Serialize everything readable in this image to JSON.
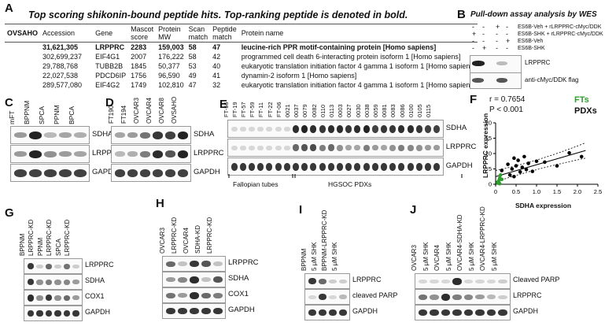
{
  "panels": {
    "a": "A",
    "b": "B",
    "c": "C",
    "d": "D",
    "e": "E",
    "f": "F",
    "g": "G",
    "h": "H",
    "i": "I",
    "j": "J"
  },
  "table": {
    "title": "Top scoring shikonin-bound peptide hits. Top-ranking peptide is denoted in bold.",
    "headers": [
      "OVSAHO",
      "Accession",
      "Gene",
      "Mascot score",
      "Protein MW",
      "Scan match",
      "Peptide match",
      "Protein name"
    ],
    "rows": [
      [
        "31,621,305",
        "LRPPRC",
        "2283",
        "159,003",
        "58",
        "47",
        "leucine-rich PPR motif-containing protein [Homo sapiens]"
      ],
      [
        "302,699,237",
        "EIF4G1",
        "2007",
        "176,222",
        "58",
        "42",
        "programmed cell death 6-interacting protein isoform 1 [Homo sapiens]"
      ],
      [
        "29,788,768",
        "TUBB2B",
        "1845",
        "50,377",
        "53",
        "40",
        "eukaryotic translation initiation factor 4 gamma 1 isoform 1 [Homo sapiens]"
      ],
      [
        "22,027,538",
        "PDCD6IP",
        "1756",
        "96,590",
        "49",
        "41",
        "dynamin-2 isoform 1 [Homo sapiens]"
      ],
      [
        "289,577,080",
        "EIF4G2",
        "1749",
        "102,810",
        "47",
        "32",
        "eukaryotic translation initiation factor 4 gamma 1 isoform 1 [Homo sapiens]"
      ]
    ]
  },
  "b": {
    "title": "Pull-down assay analysis by WES",
    "conds": [
      "ES6B-Veh + rLRPPRC-cMyc/DDK",
      "ES6B-SHK + rLRPPRC-cMyc/DDK",
      "ES6B-Veh",
      "ES6B-SHK"
    ],
    "signs": [
      [
        "-",
        "-",
        "+",
        "-"
      ],
      [
        "+",
        "-",
        "-",
        "-"
      ],
      [
        "-",
        "-",
        "-",
        "+"
      ],
      [
        "-",
        "+",
        "-",
        "-"
      ]
    ],
    "blots": [
      "LRPPRC",
      "anti-cMyc/DDK flag"
    ]
  },
  "c": {
    "lanes": [
      "mFT",
      "BPPNM",
      "SPCA",
      "PPNM",
      "BPCA"
    ],
    "blots": [
      "SDHA",
      "LRPPRC",
      "GAPDH"
    ]
  },
  "d": {
    "lanes": [
      "FT190",
      "FT194",
      "OVCAR3",
      "OVCAR4",
      "OVCAR8",
      "OVSAHO"
    ],
    "blots": [
      "SDHA",
      "LRPPRC",
      "GAPDH"
    ]
  },
  "e": {
    "lanes": [
      "FT-56",
      "FT-19",
      "FT-57",
      "FT-59",
      "FT-11",
      "FT-22",
      "FT-06",
      "0021",
      "0037",
      "0079",
      "0082",
      "0110",
      "0113",
      "0003",
      "0027",
      "0030",
      "0038",
      "0059",
      "0081",
      "0083",
      "0086",
      "0100",
      "0105",
      "0115"
    ],
    "blots": [
      "SDHA",
      "LRPPRC",
      "GAPDH"
    ],
    "groups": [
      "Fallopian tubes",
      "HGSOC PDXs"
    ]
  },
  "f": {
    "stats_r": "r = 0.7654",
    "stats_p": "P < 0.001",
    "legend_ft": "FTs",
    "legend_pdx": "PDXs",
    "ft_color": "#2e9e2e",
    "pdx_color": "#000000"
  },
  "chart_data": {
    "type": "scatter",
    "xlabel": "SDHA expression",
    "ylabel": "LRPPRC expression",
    "xlim": [
      0,
      2.5
    ],
    "ylim": [
      0,
      20
    ],
    "xticks": [
      "0",
      "0.5",
      "1.0",
      "1.5",
      "2.0",
      "2.5"
    ],
    "yticks": [
      "0",
      "5",
      "10",
      "15",
      "20"
    ],
    "series": [
      {
        "name": "FTs",
        "points": [
          [
            0.05,
            0.4
          ],
          [
            0.08,
            1.2
          ],
          [
            0.1,
            2.0
          ],
          [
            0.12,
            3.0
          ],
          [
            0.06,
            0.8
          ],
          [
            0.15,
            1.6
          ],
          [
            0.1,
            0.2
          ]
        ]
      },
      {
        "name": "PDXs",
        "points": [
          [
            0.15,
            4.5
          ],
          [
            0.3,
            6.5
          ],
          [
            0.35,
            3.0
          ],
          [
            0.4,
            5.0
          ],
          [
            0.45,
            2.5
          ],
          [
            0.5,
            6.0
          ],
          [
            0.55,
            7.8
          ],
          [
            0.6,
            4.0
          ],
          [
            0.65,
            5.5
          ],
          [
            0.7,
            9.0
          ],
          [
            0.75,
            4.8
          ],
          [
            0.8,
            6.8
          ],
          [
            0.9,
            4.2
          ],
          [
            1.0,
            7.5
          ],
          [
            1.2,
            7.2
          ],
          [
            1.5,
            6.0
          ],
          [
            1.8,
            10.2
          ],
          [
            2.1,
            9.0
          ],
          [
            0.45,
            8.5
          ]
        ]
      }
    ]
  },
  "g": {
    "lanes": [
      "BPPNM",
      "LRPPRC-KD",
      "PPNM",
      "LRPPRC-KD",
      "SPCA",
      "LRPPRC-KD"
    ],
    "blots": [
      "LRPPRC",
      "SDHA",
      "COX1",
      "GAPDH"
    ]
  },
  "h": {
    "lanes": [
      "OVCAR3",
      "LRPPRC-KD",
      "OVCAR4",
      "SDHA-KD",
      "LRPPRC-KD"
    ],
    "blots": [
      "LRPPRC",
      "SDHA",
      "COX1",
      "GAPDH"
    ]
  },
  "i": {
    "lanes": [
      "BPPNM",
      "5 μM SHK",
      "BPPNM-LRPPRC-KD",
      "5 μM SHK"
    ],
    "blots": [
      "LRPPRC",
      "cleaved PARP",
      "GAPDH"
    ]
  },
  "j": {
    "lanes": [
      "OVCAR3",
      "5 μM SHK",
      "OVCAR4",
      "5 μM SHK",
      "OVCAR4-SDHA-KD",
      "5 μM SHK",
      "OVCAR4-LRPPRC-KD",
      "5 μM SHK"
    ],
    "blots": [
      "Cleaved PARP",
      "LRPPRC",
      "GAPDH"
    ]
  }
}
